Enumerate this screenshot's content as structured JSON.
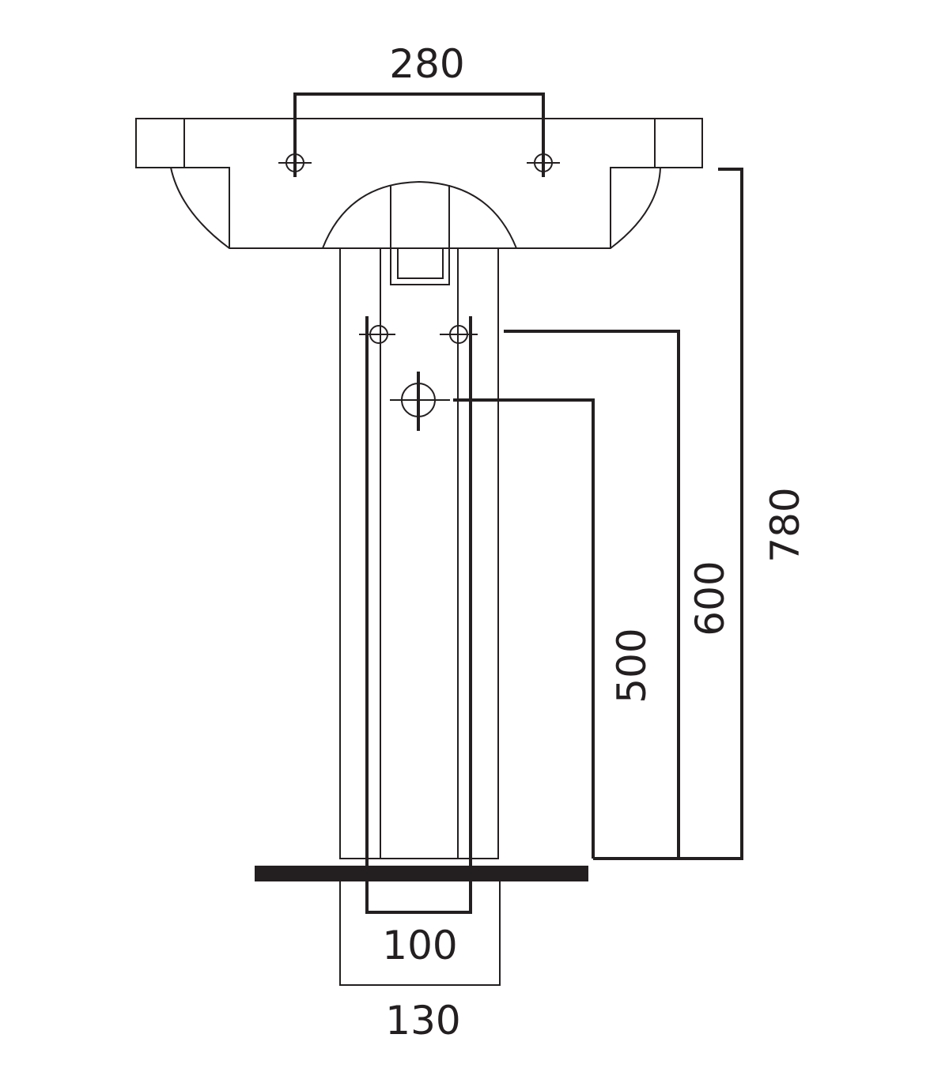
{
  "dimensions": {
    "tap_hole_spacing": "280",
    "outlet_height": "500",
    "supply_height": "600",
    "rim_height": "780",
    "pedestal_base_inner": "100",
    "pedestal_base_outer": "130"
  },
  "colors": {
    "line": "#231f20",
    "background": "#ffffff"
  }
}
